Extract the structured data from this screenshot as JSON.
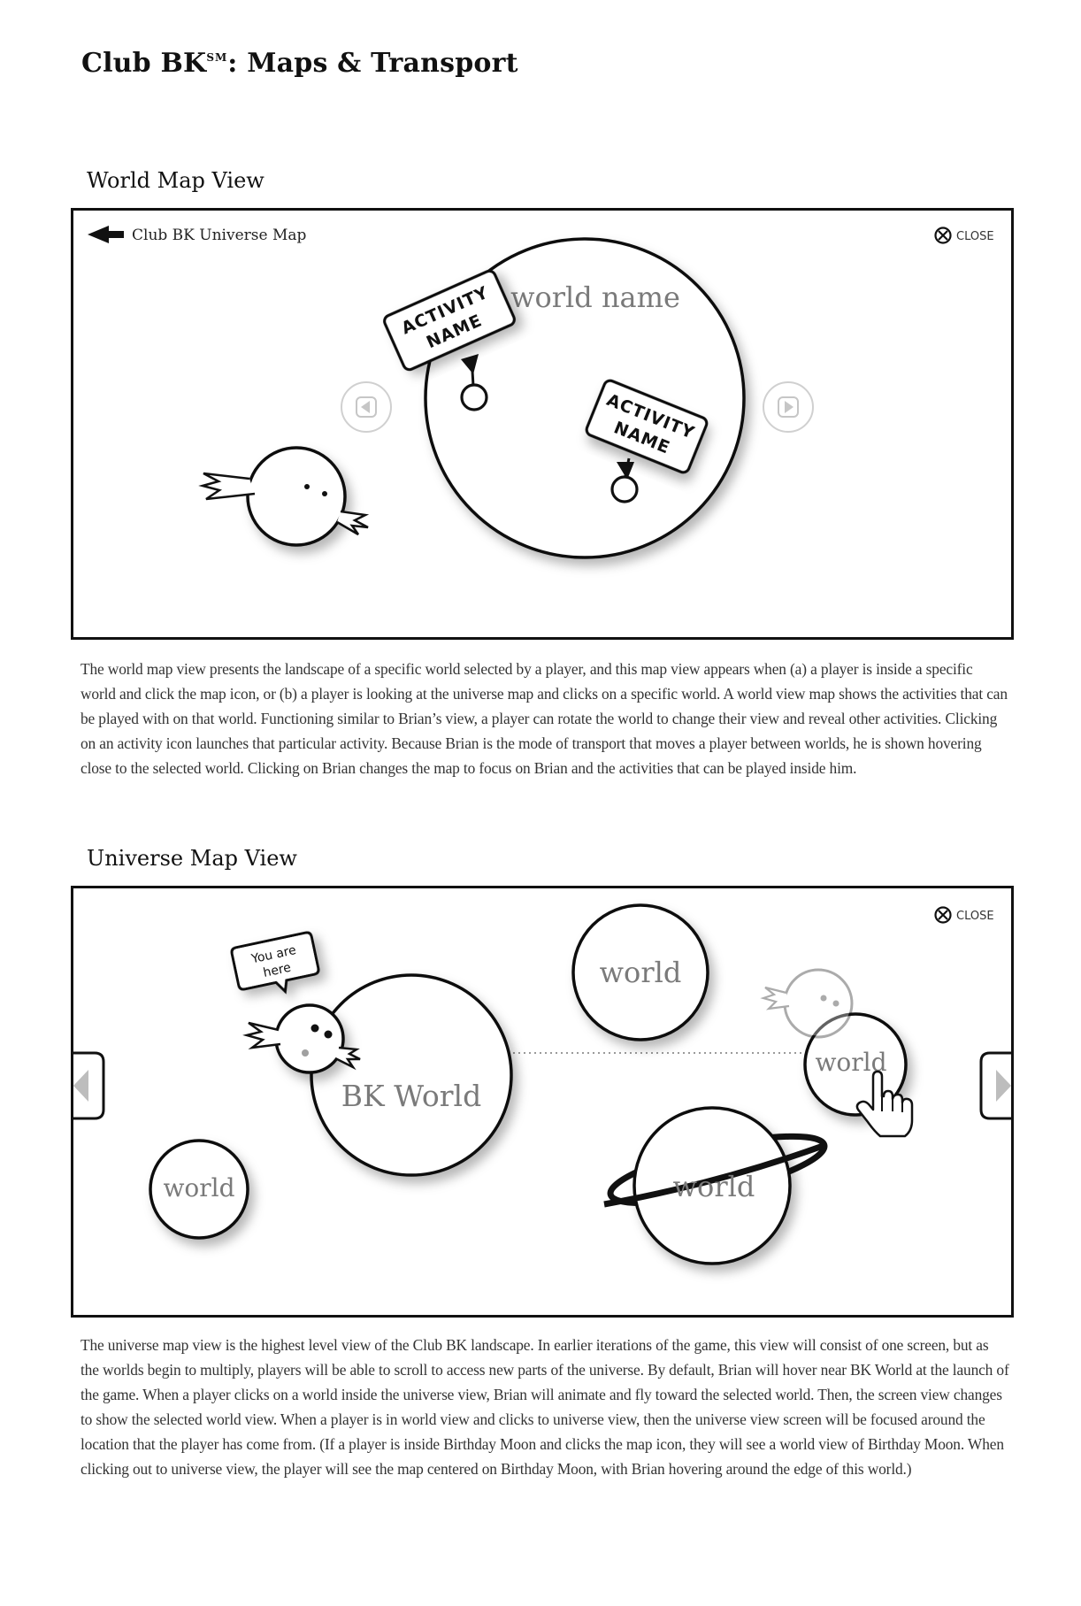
{
  "document": {
    "title_main": "Club BK",
    "title_mark": "SM",
    "title_rest": ": Maps & Transport"
  },
  "world_map": {
    "heading": "World Map View",
    "back_label": "Club BK Universe Map",
    "close_label": "CLOSE",
    "world_name": "world name",
    "activity_line1": "ACTIVITY",
    "activity_line2": "NAME",
    "icons": {
      "back": "left-arrow-icon",
      "close": "close-circle-x-icon",
      "prev": "prev-arrow-icon",
      "next": "next-arrow-icon",
      "character": "brian-character-icon",
      "pin": "map-pin-icon"
    },
    "description": "The world map view presents the landscape of a specific world selected by a player, and this map view appears when (a) a player is inside a specific world and click the map icon, or (b) a player is looking at the universe map and clicks on a specific world.  A world view map shows the activities that can be played with on that world.  Functioning similar to Brian’s view, a player can rotate the world to change their view and reveal other activities.  Clicking on an activity icon launches that particular activity.  Because Brian is the mode of transport that moves a player between worlds, he is shown hovering close to the selected world.  Clicking on Brian changes the map to focus on Brian and the activities that can be played inside him."
  },
  "universe_map": {
    "heading": "Universe Map View",
    "close_label": "CLOSE",
    "you_are_line1": "You are",
    "you_are_line2": "here",
    "bk_world": "BK World",
    "world_label": "world",
    "icons": {
      "close": "close-circle-x-icon",
      "scroll_left": "scroll-left-arrow-icon",
      "scroll_right": "scroll-right-arrow-icon",
      "character": "brian-character-icon",
      "cursor": "hand-pointer-icon"
    },
    "description": "The universe map view is the highest level view of the Club BK landscape.  In earlier iterations of the game, this view will consist of one screen, but as the worlds begin to multiply, players will be able to scroll to access new parts of the universe. By default, Brian will hover near BK World at the launch of the game.  When a player clicks on a world inside the universe view, Brian will animate and fly toward the selected world.  Then, the screen view changes to show the selected world view.  When a player is in world view and clicks to universe view, then the universe view screen will be focused around the location that the player has come from.  (If a player is inside Birthday Moon and clicks the map icon, they will see a world view of Birthday Moon.  When clicking out to universe view, the player will see the map centered on Birthday Moon, with Brian hovering around the edge of this world.)"
  }
}
